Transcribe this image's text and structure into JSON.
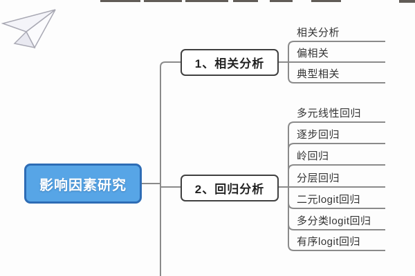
{
  "theme": {
    "background": "#fdfdfd",
    "line_color": "#8a8a8a",
    "root_fill": "#57a5e6",
    "root_border": "#2d6cb5",
    "root_text_color": "#ffffff",
    "branch_box_border": "#3f3f3f",
    "leaf_text_color": "#333333"
  },
  "icons": {
    "paper_plane": "paper-plane-icon"
  },
  "mindmap": {
    "root": {
      "label": "影响因素研究"
    },
    "branches": [
      {
        "label": "1、相关分析",
        "children": [
          {
            "label": "相关分析"
          },
          {
            "label": "偏相关"
          },
          {
            "label": "典型相关"
          }
        ]
      },
      {
        "label": "2、回归分析",
        "children": [
          {
            "label": "多元线性回归"
          },
          {
            "label": "逐步回归"
          },
          {
            "label": "岭回归"
          },
          {
            "label": "分层回归"
          },
          {
            "label": "二元logit回归"
          },
          {
            "label": "多分类logit回归"
          },
          {
            "label": "有序logit回归"
          }
        ]
      }
    ]
  }
}
